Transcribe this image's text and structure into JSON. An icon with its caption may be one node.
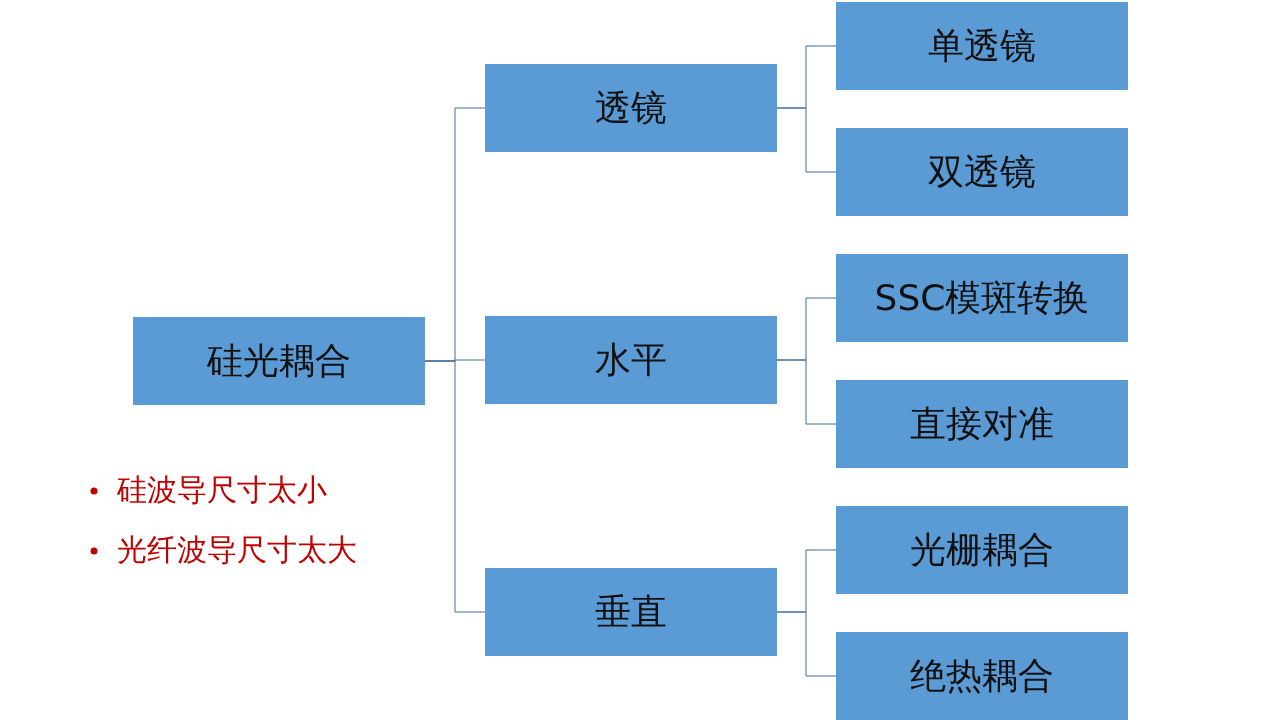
{
  "diagram": {
    "nodes": [
      {
        "text": [
          "硅光耦合"
        ]
      },
      {
        "text": [
          "透镜"
        ]
      },
      {
        "text": [
          "水平"
        ]
      },
      {
        "text": [
          "垂直"
        ]
      },
      {
        "text": [
          "单透镜"
        ]
      },
      {
        "text": [
          "双透镜"
        ]
      },
      {
        "text": [
          "SSC模斑转换"
        ]
      },
      {
        "text": [
          "直接对准"
        ]
      },
      {
        "text": [
          "光栅耦合"
        ]
      },
      {
        "text": [
          "绝热耦合"
        ]
      }
    ],
    "edges": [
      {
        "from": 0,
        "to": 1,
        "arrow": "none"
      },
      {
        "from": 0,
        "to": 2,
        "arrow": "none"
      },
      {
        "from": 0,
        "to": 3,
        "arrow": "none"
      },
      {
        "from": 1,
        "to": 4,
        "arrow": "none"
      },
      {
        "from": 1,
        "to": 5,
        "arrow": "none"
      },
      {
        "from": 2,
        "to": 6,
        "arrow": "none"
      },
      {
        "from": 2,
        "to": 7,
        "arrow": "none"
      },
      {
        "from": 3,
        "to": 8,
        "arrow": "none"
      },
      {
        "from": 3,
        "to": 9,
        "arrow": "none"
      }
    ],
    "labels": [
      "硅波导尺寸太小",
      "光纤波导尺寸太大"
    ]
  }
}
